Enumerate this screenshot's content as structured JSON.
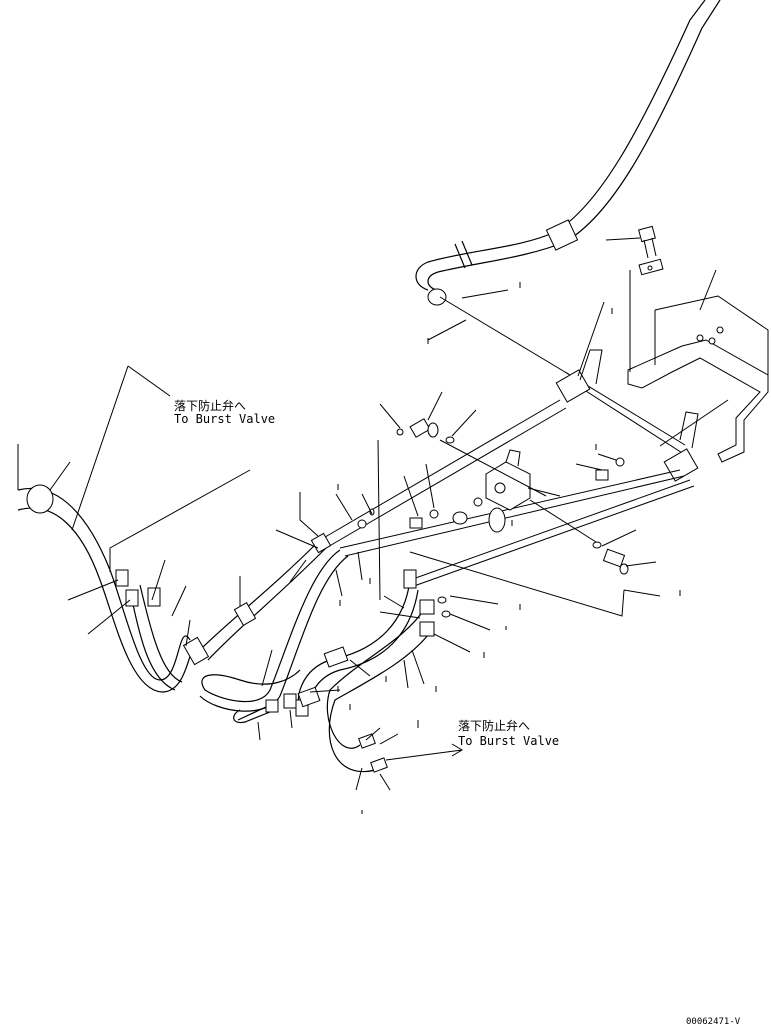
{
  "annotations": {
    "top": {
      "jp": "落下防止弁へ",
      "en": "To Burst Valve"
    },
    "bottom": {
      "jp": "落下防止弁へ",
      "en": "To Burst Valve"
    }
  },
  "figure_id": "00062471-V"
}
